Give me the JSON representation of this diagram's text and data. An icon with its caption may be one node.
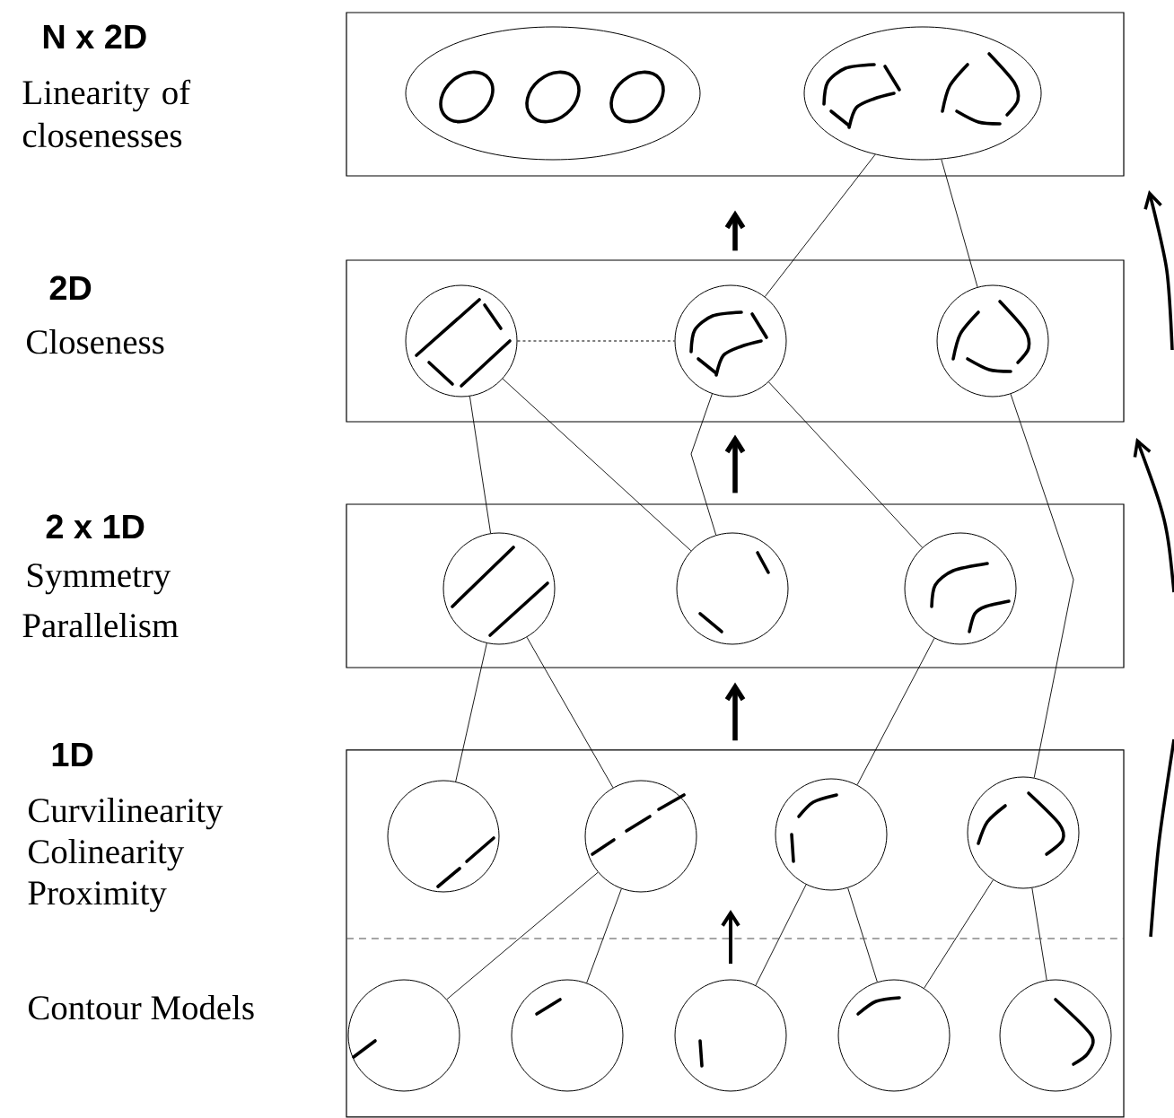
{
  "diagram": {
    "nodes": [
      {
        "text": [],
        "shape": "box",
        "beside": [
          "N x 2D",
          "Linearity of closenesses"
        ]
      },
      {
        "text": [],
        "shape": "ellipse",
        "in": 0
      },
      {
        "text": [],
        "shape": "ellipse",
        "in": 0
      },
      {
        "text": [],
        "shape": "box",
        "beside": [
          "2D",
          "Closeness"
        ]
      },
      {
        "text": [],
        "shape": "circle",
        "in": 3
      },
      {
        "text": [],
        "shape": "circle",
        "in": 3
      },
      {
        "text": [],
        "shape": "circle",
        "in": 3
      },
      {
        "text": [],
        "shape": "box",
        "beside": [
          "2 x 1D",
          "Symmetry",
          "Parallelism"
        ]
      },
      {
        "text": [],
        "shape": "circle",
        "in": 7
      },
      {
        "text": [],
        "shape": "circle",
        "in": 7
      },
      {
        "text": [],
        "shape": "circle",
        "in": 7
      },
      {
        "text": [],
        "shape": "box",
        "beside": [
          "1D",
          "Curvilinearity",
          "Colinearity",
          "Proximity",
          "Contour Models"
        ]
      },
      {
        "text": [],
        "shape": "circle",
        "in": 11
      },
      {
        "text": [],
        "shape": "circle",
        "in": 11
      },
      {
        "text": [],
        "shape": "circle",
        "in": 11
      },
      {
        "text": [],
        "shape": "circle",
        "in": 11
      },
      {
        "text": [],
        "shape": "circle",
        "in": 11
      },
      {
        "text": [],
        "shape": "circle",
        "in": 11
      },
      {
        "text": [],
        "shape": "circle",
        "in": 11
      },
      {
        "text": [],
        "shape": "circle",
        "in": 11
      },
      {
        "text": [],
        "shape": "circle",
        "in": 11
      }
    ],
    "edges": [
      {
        "from": 3,
        "to": 0,
        "arrow": "to",
        "style": "thick"
      },
      {
        "from": 7,
        "to": 3,
        "arrow": "to",
        "style": "thick"
      },
      {
        "from": 11,
        "to": 7,
        "arrow": "to",
        "style": "thick"
      },
      {
        "from": 4,
        "to": 5,
        "arrow": "none",
        "style": "dashed"
      },
      {
        "from": 5,
        "to": 2,
        "arrow": "none"
      },
      {
        "from": 6,
        "to": 2,
        "arrow": "none"
      },
      {
        "from": 8,
        "to": 4,
        "arrow": "none"
      },
      {
        "from": 9,
        "to": 4,
        "arrow": "none"
      },
      {
        "from": 9,
        "to": 5,
        "arrow": "none"
      },
      {
        "from": 10,
        "to": 5,
        "arrow": "none"
      },
      {
        "from": 15,
        "to": 6,
        "arrow": "none"
      },
      {
        "from": 12,
        "to": 8,
        "arrow": "none"
      },
      {
        "from": 13,
        "to": 8,
        "arrow": "none"
      },
      {
        "from": 14,
        "to": 10,
        "arrow": "none"
      },
      {
        "from": 16,
        "to": 13,
        "arrow": "none"
      },
      {
        "from": 17,
        "to": 13,
        "arrow": "none"
      },
      {
        "from": 18,
        "to": 14,
        "arrow": "none"
      },
      {
        "from": 19,
        "to": 14,
        "arrow": "none"
      },
      {
        "from": 19,
        "to": 15,
        "arrow": "none"
      },
      {
        "from": 20,
        "to": 15,
        "arrow": "none"
      }
    ]
  }
}
